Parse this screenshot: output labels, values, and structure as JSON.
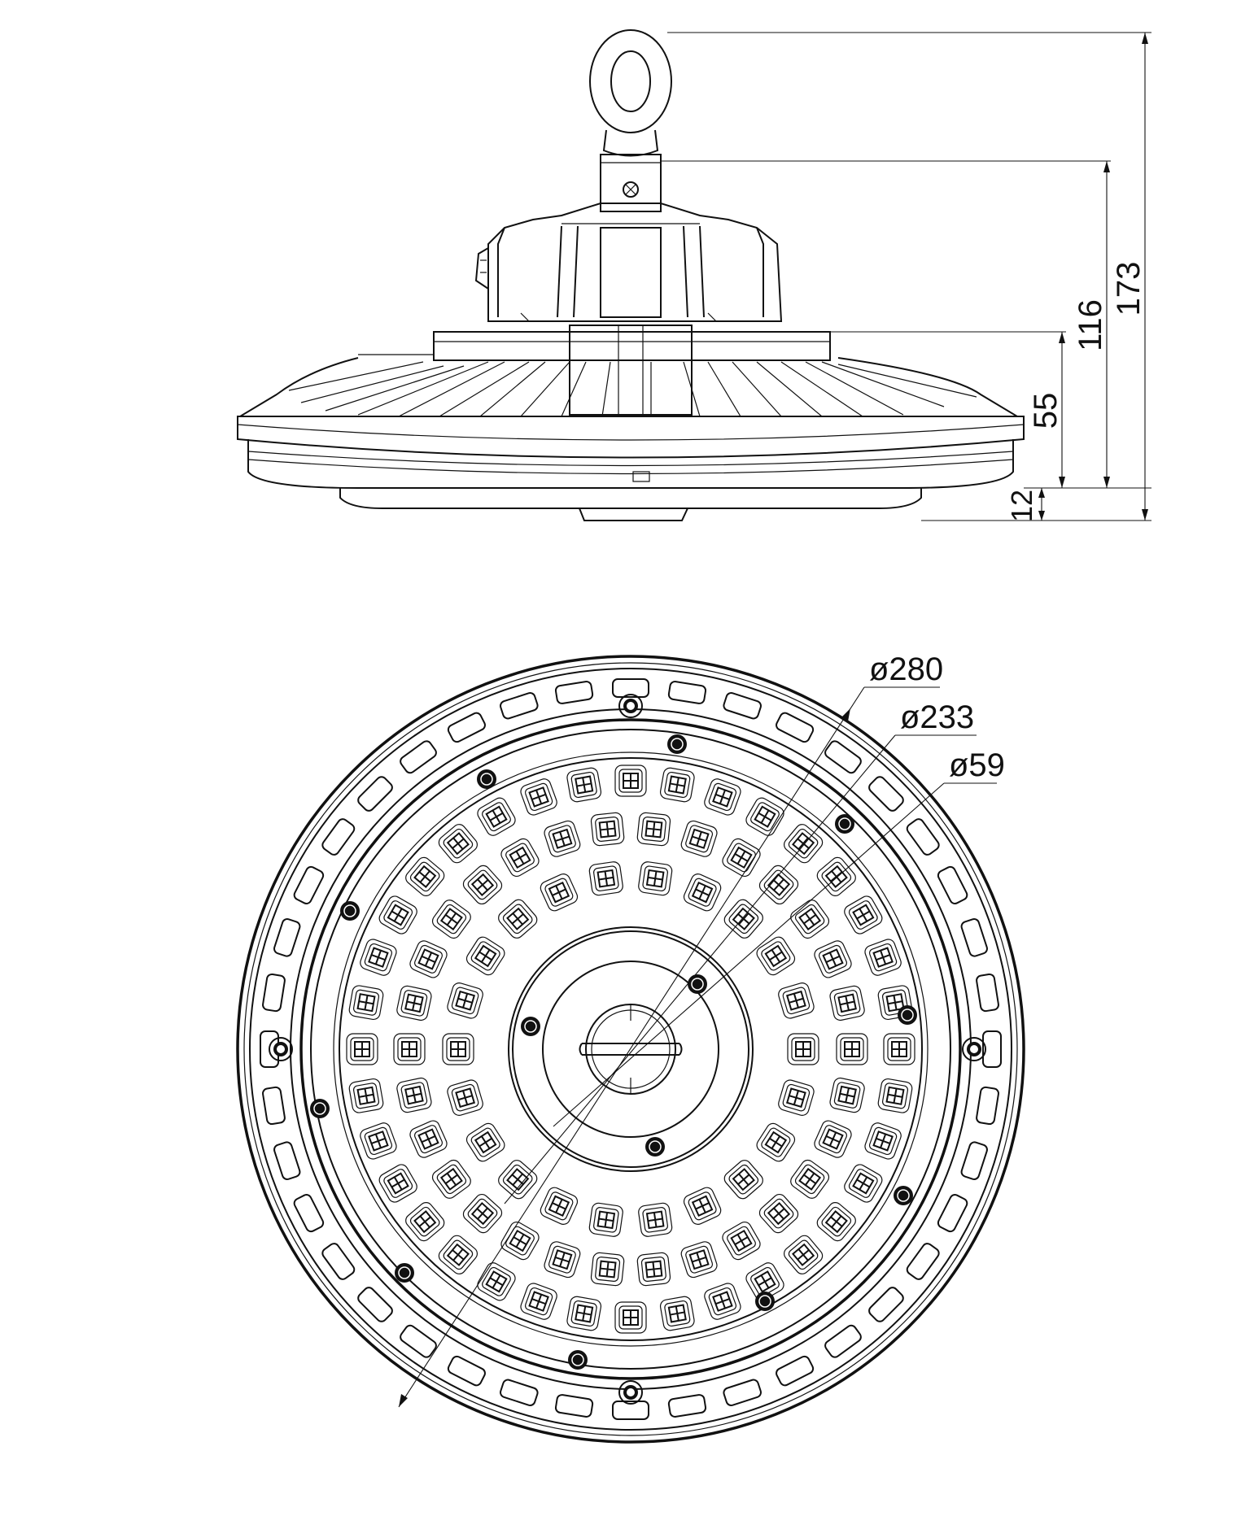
{
  "dimensions": {
    "side_view": {
      "overall_height": "173",
      "housing_height": "116",
      "body_height": "55",
      "lens_offset": "12"
    },
    "bottom_view": {
      "outer_diameter": "ø280",
      "led_ring_diameter": "ø233",
      "center_diameter": "ø59"
    }
  },
  "icons": [
    "eye-bolt-icon",
    "screw-icon"
  ],
  "colors": {
    "line": "#111111",
    "background": "#ffffff"
  }
}
